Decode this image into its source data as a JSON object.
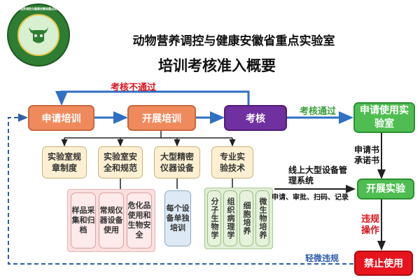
{
  "header": {
    "logo_text": "动物营养调控与健康安徽省重点实验室",
    "title": "动物营养调控与健康安徽省重点实验室",
    "subtitle": "培训考核准入概要"
  },
  "colors": {
    "orange": "#f08a5d",
    "purple": "#7030a0",
    "green": "#4fbd52",
    "red": "#e8141c",
    "blue_arrow": "#2f6fc4",
    "dashed_line": "#2f5fa8",
    "fail_text": "#d9141c",
    "pass_text": "#3a9e3a"
  },
  "flow": {
    "apply_training": "申请培训",
    "conduct_training": "开展培训",
    "assessment": "考核",
    "fail_label": "考核不通过",
    "pass_label": "考核通过",
    "apply_lab_use": "申请使用实验室",
    "application_docs": "申请书承诺书",
    "conduct_experiment": "开展实验",
    "violation": "违规操作",
    "minor_violation": "轻微违规",
    "ban_use": "禁止使用",
    "online_system": "线上大型设备管理系统",
    "online_steps": "申请、审批、扫码、记录"
  },
  "modules": [
    {
      "label": "实验室规章制度"
    },
    {
      "label": "实验室安全和规范"
    },
    {
      "label": "大型精密仪器设备"
    },
    {
      "label": "专业实验技术"
    }
  ],
  "safety_items": [
    {
      "label": "样品采集和归档"
    },
    {
      "label": "常规仪器设备使用"
    },
    {
      "label": "危化品使用和生物安全"
    }
  ],
  "equipment_items": [
    {
      "label": "每个设备单独培训"
    }
  ],
  "technique_items": [
    {
      "label": "分子生物学"
    },
    {
      "label": "组织病理学"
    },
    {
      "label": "细胞培养"
    },
    {
      "label": "微生物培养"
    }
  ]
}
